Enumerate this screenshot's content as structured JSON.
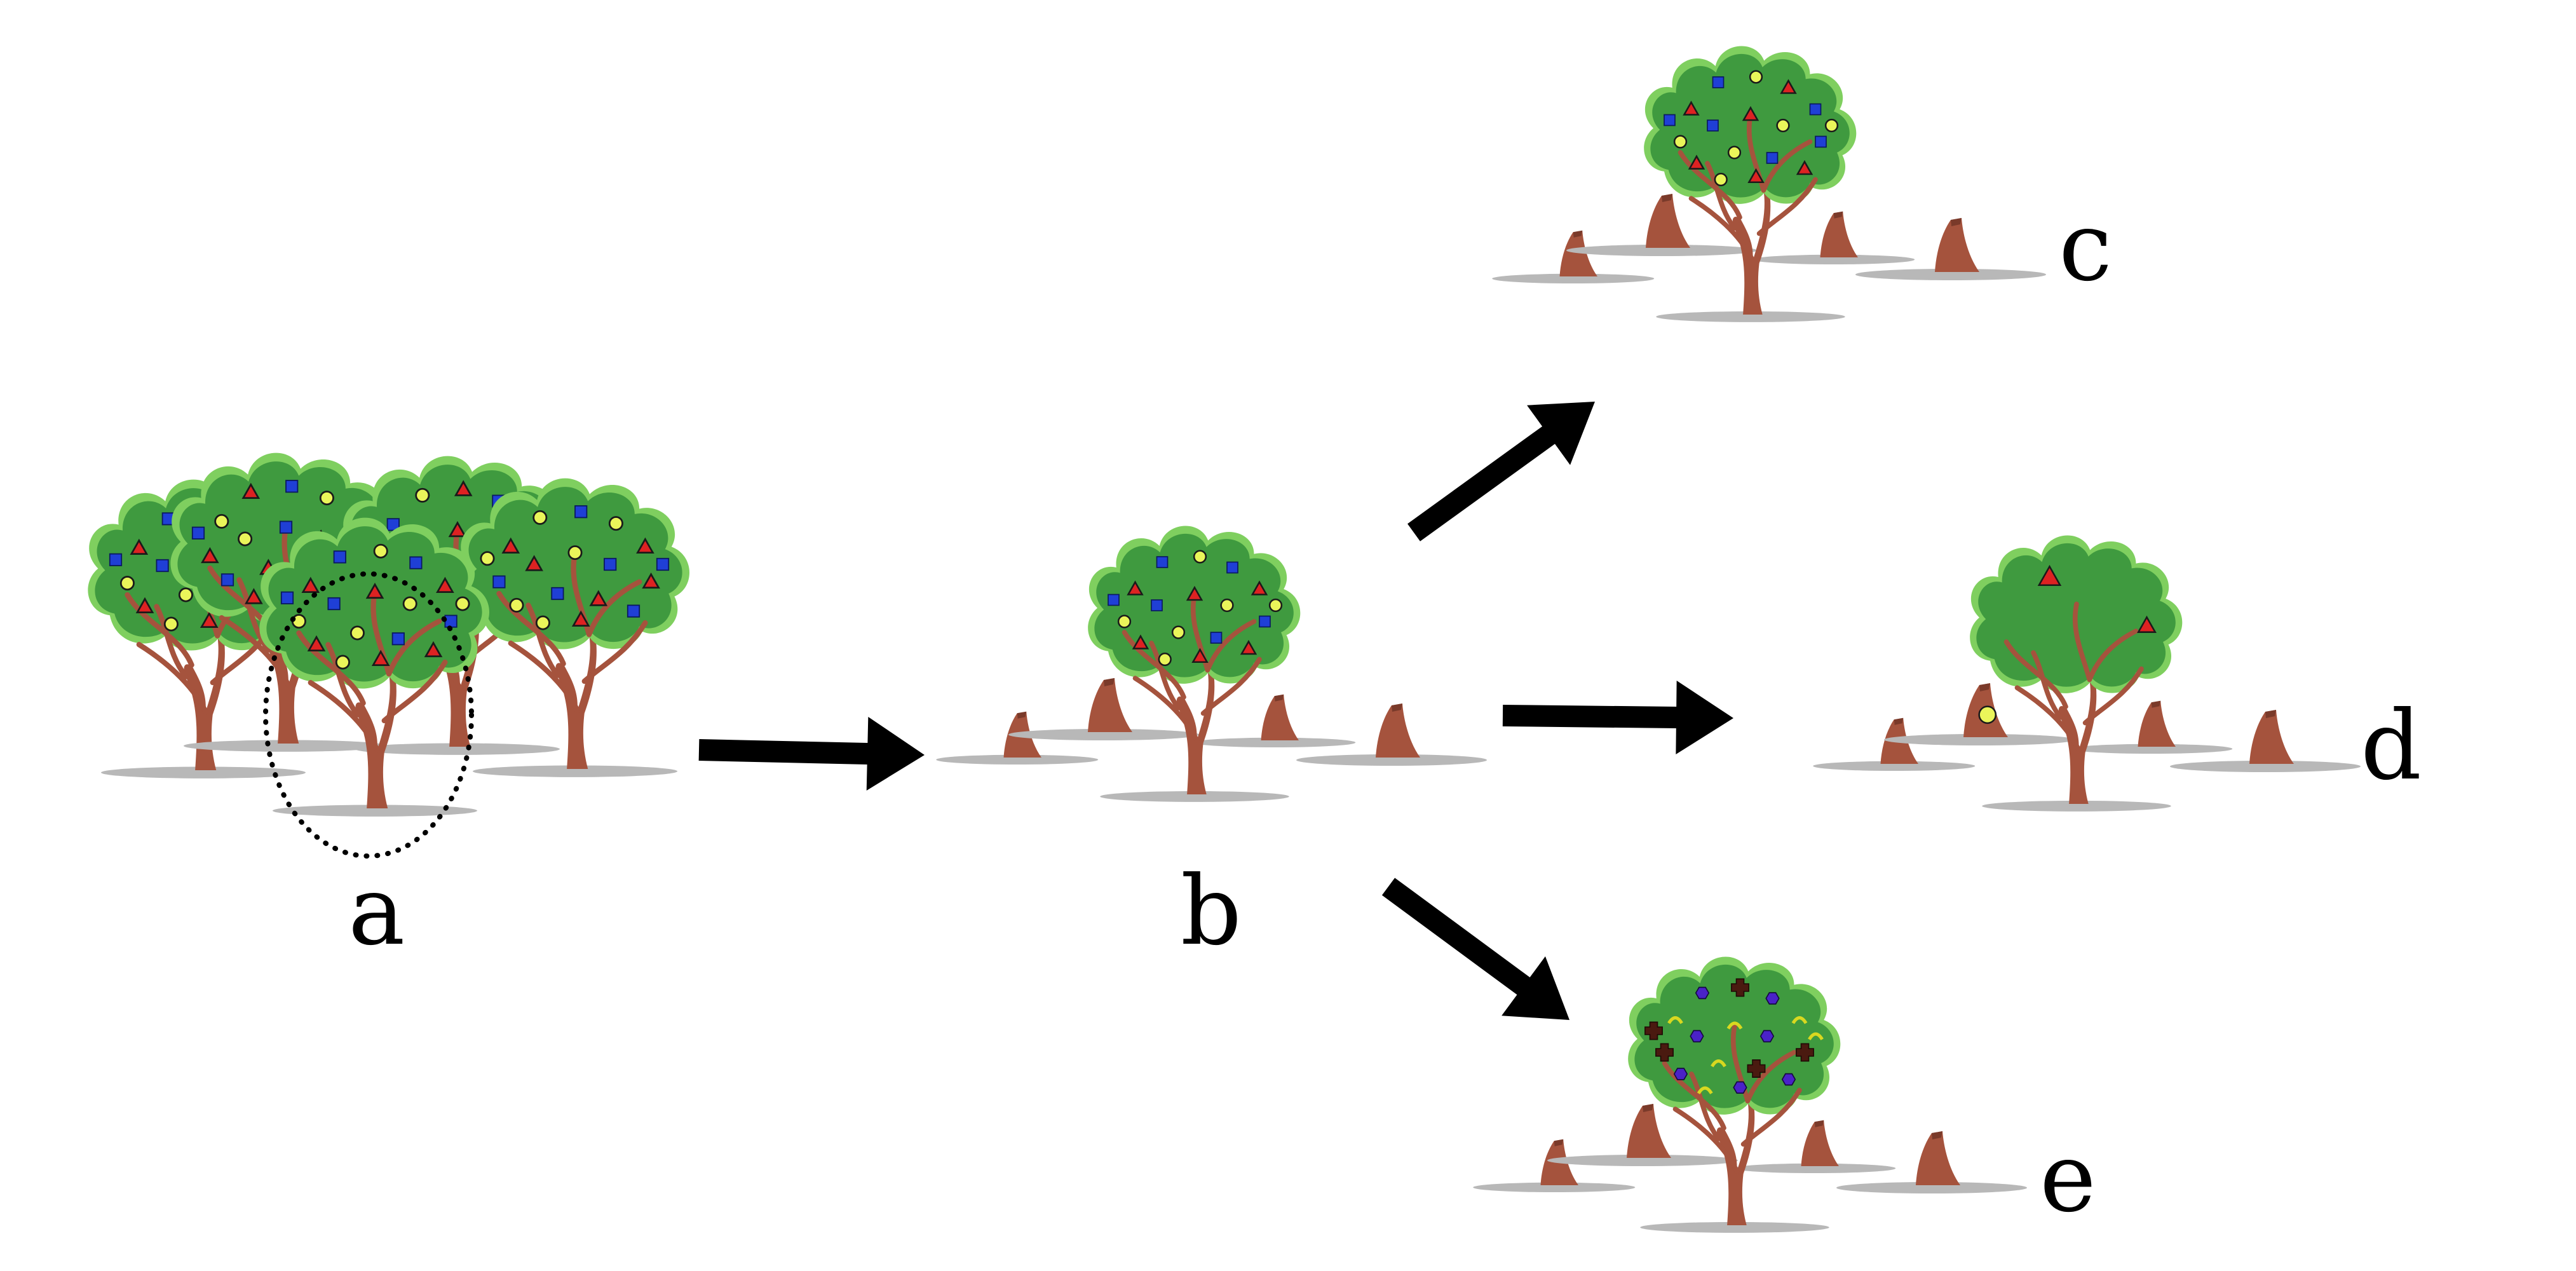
{
  "labels": {
    "a": "a",
    "b": "b",
    "c": "c",
    "d": "d",
    "e": "e"
  },
  "colors": {
    "canopy": "#3f9a3f",
    "canopy_highlight": "#7fcf5f",
    "trunk": "#a5533d",
    "ground_shadow": "#b8b8b8",
    "marker_triangle": "#dd2222",
    "marker_square": "#1f3fd6",
    "marker_circle": "#eaf55a",
    "marker_hexagon": "#4a22c8",
    "marker_cross": "#4a1a10",
    "marker_arc": "#d8d820",
    "arrow": "#000000",
    "dotted_circle": "#000000"
  },
  "icons": {
    "tree": "fruit-tree-icon",
    "stump": "tree-stump-icon",
    "arrow": "arrow-icon"
  }
}
